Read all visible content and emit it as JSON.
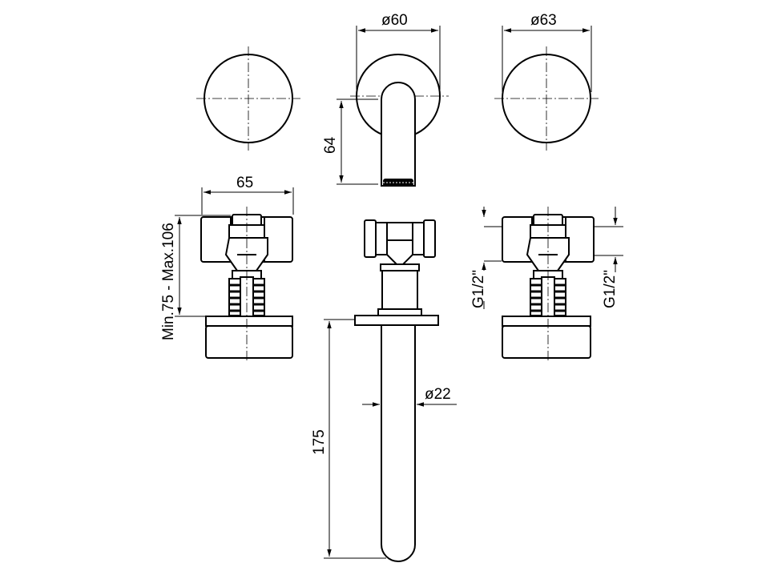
{
  "dimensions": {
    "handle_width": "65",
    "rosette_spout": "ø60",
    "rosette_handle": "ø63",
    "spout_height": "64",
    "wall_range": "Min.75 - Max.106",
    "spout_diameter": "ø22",
    "spout_length": "175",
    "thread_left": "G1/2\"",
    "thread_right": "G1/2\""
  }
}
